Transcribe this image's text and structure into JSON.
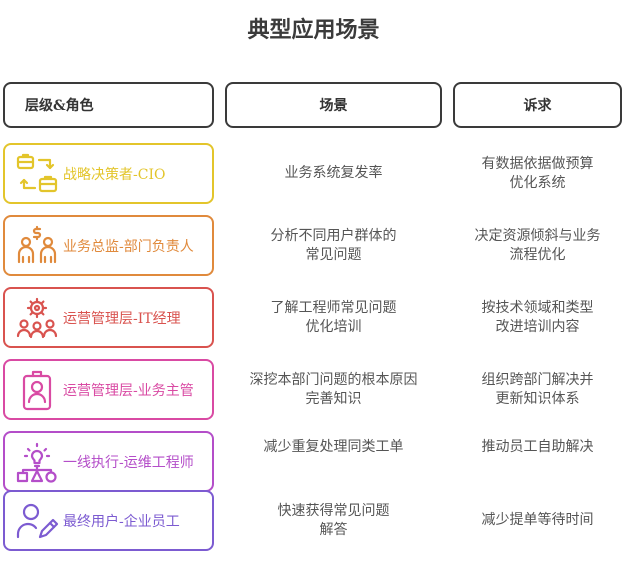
{
  "title": "典型应用场景",
  "headers": {
    "role": "层级&角色",
    "scenario": "场景",
    "demand": "诉求"
  },
  "rows": [
    {
      "role": "战略决策者-CIO",
      "color": "#e3c52b",
      "icon": "briefcase-swap-icon",
      "scenario": [
        "业务系统复发率"
      ],
      "demand": [
        "有数据依据做预算",
        "优化系统"
      ]
    },
    {
      "role": "业务总监-部门负责人",
      "color": "#e08a3c",
      "icon": "people-money-icon",
      "scenario": [
        "分析不同用户群体的",
        "常见问题"
      ],
      "demand": [
        "决定资源倾斜与业务",
        "流程优化"
      ]
    },
    {
      "role": "运营管理层-IT经理",
      "color": "#d9534f",
      "icon": "team-gear-icon",
      "scenario": [
        "了解工程师常见问题",
        "优化培训"
      ],
      "demand": [
        "按技术领域和类型",
        "改进培训内容"
      ]
    },
    {
      "role": "运营管理层-业务主管",
      "color": "#d94aa3",
      "icon": "id-badge-icon",
      "scenario": [
        "深挖本部门问题的根本原因",
        "完善知识"
      ],
      "demand": [
        "组织跨部门解决并",
        "更新知识体系"
      ]
    },
    {
      "role": "一线执行-运维工程师",
      "color": "#b44ec9",
      "icon": "idea-shapes-icon",
      "scenario": [
        "减少重复处理同类工单"
      ],
      "demand": [
        "推动员工自助解决"
      ]
    },
    {
      "role": "最终用户-企业员工",
      "color": "#7c5bd1",
      "icon": "user-edit-icon",
      "scenario": [
        "快速获得常见问题",
        "解答"
      ],
      "demand": [
        "减少提单等待时间"
      ]
    }
  ]
}
